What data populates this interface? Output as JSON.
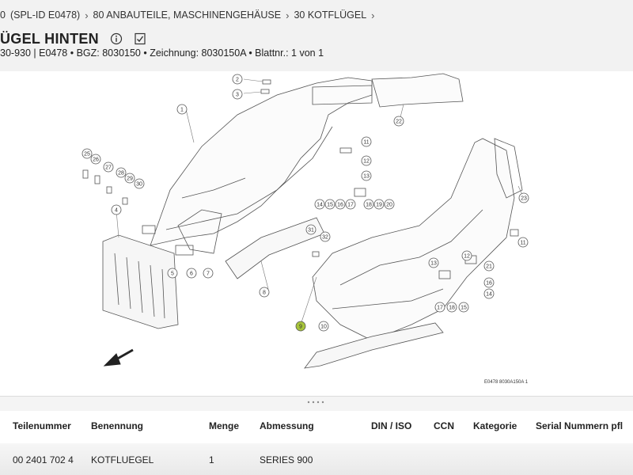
{
  "breadcrumb": {
    "items": [
      "0",
      "(SPL-ID E0478)",
      "80 ANBAUTEILE, MASCHINENGEHÄUSE",
      "30 KOTFLÜGEL"
    ],
    "separator": "›"
  },
  "header": {
    "title": "ÜGEL HINTEN",
    "subline": "30-930 | E0478 • BGZ: 8030150 • Zeichnung: 8030150A • Blattnr.: 1 von 1",
    "info_icon": "info-icon",
    "checklist_icon": "checklist-icon"
  },
  "diagram": {
    "drawing_id": "E0478 8030A150A 1",
    "callouts": [
      "1",
      "2",
      "3",
      "4",
      "5",
      "6",
      "7",
      "8",
      "9",
      "10",
      "11",
      "12",
      "13",
      "14",
      "15",
      "16",
      "17",
      "18",
      "19",
      "20",
      "21",
      "22",
      "23",
      "25",
      "26",
      "27",
      "28",
      "29",
      "30",
      "31",
      "32"
    ],
    "highlighted_callout": "9",
    "highlight_color": "#a7c43a"
  },
  "table": {
    "columns": [
      "Teilenummer",
      "Benennung",
      "Menge",
      "Abmessung",
      "DIN / ISO",
      "CCN",
      "Kategorie",
      "Serial Nummern pfl"
    ],
    "rows": [
      {
        "teilenummer": "00 2401 702 4",
        "benennung": "KOTFLUEGEL",
        "menge": "1",
        "abmessung": "SERIES 900",
        "din_iso": "",
        "ccn": "",
        "kategorie": "",
        "serial": ""
      }
    ]
  }
}
